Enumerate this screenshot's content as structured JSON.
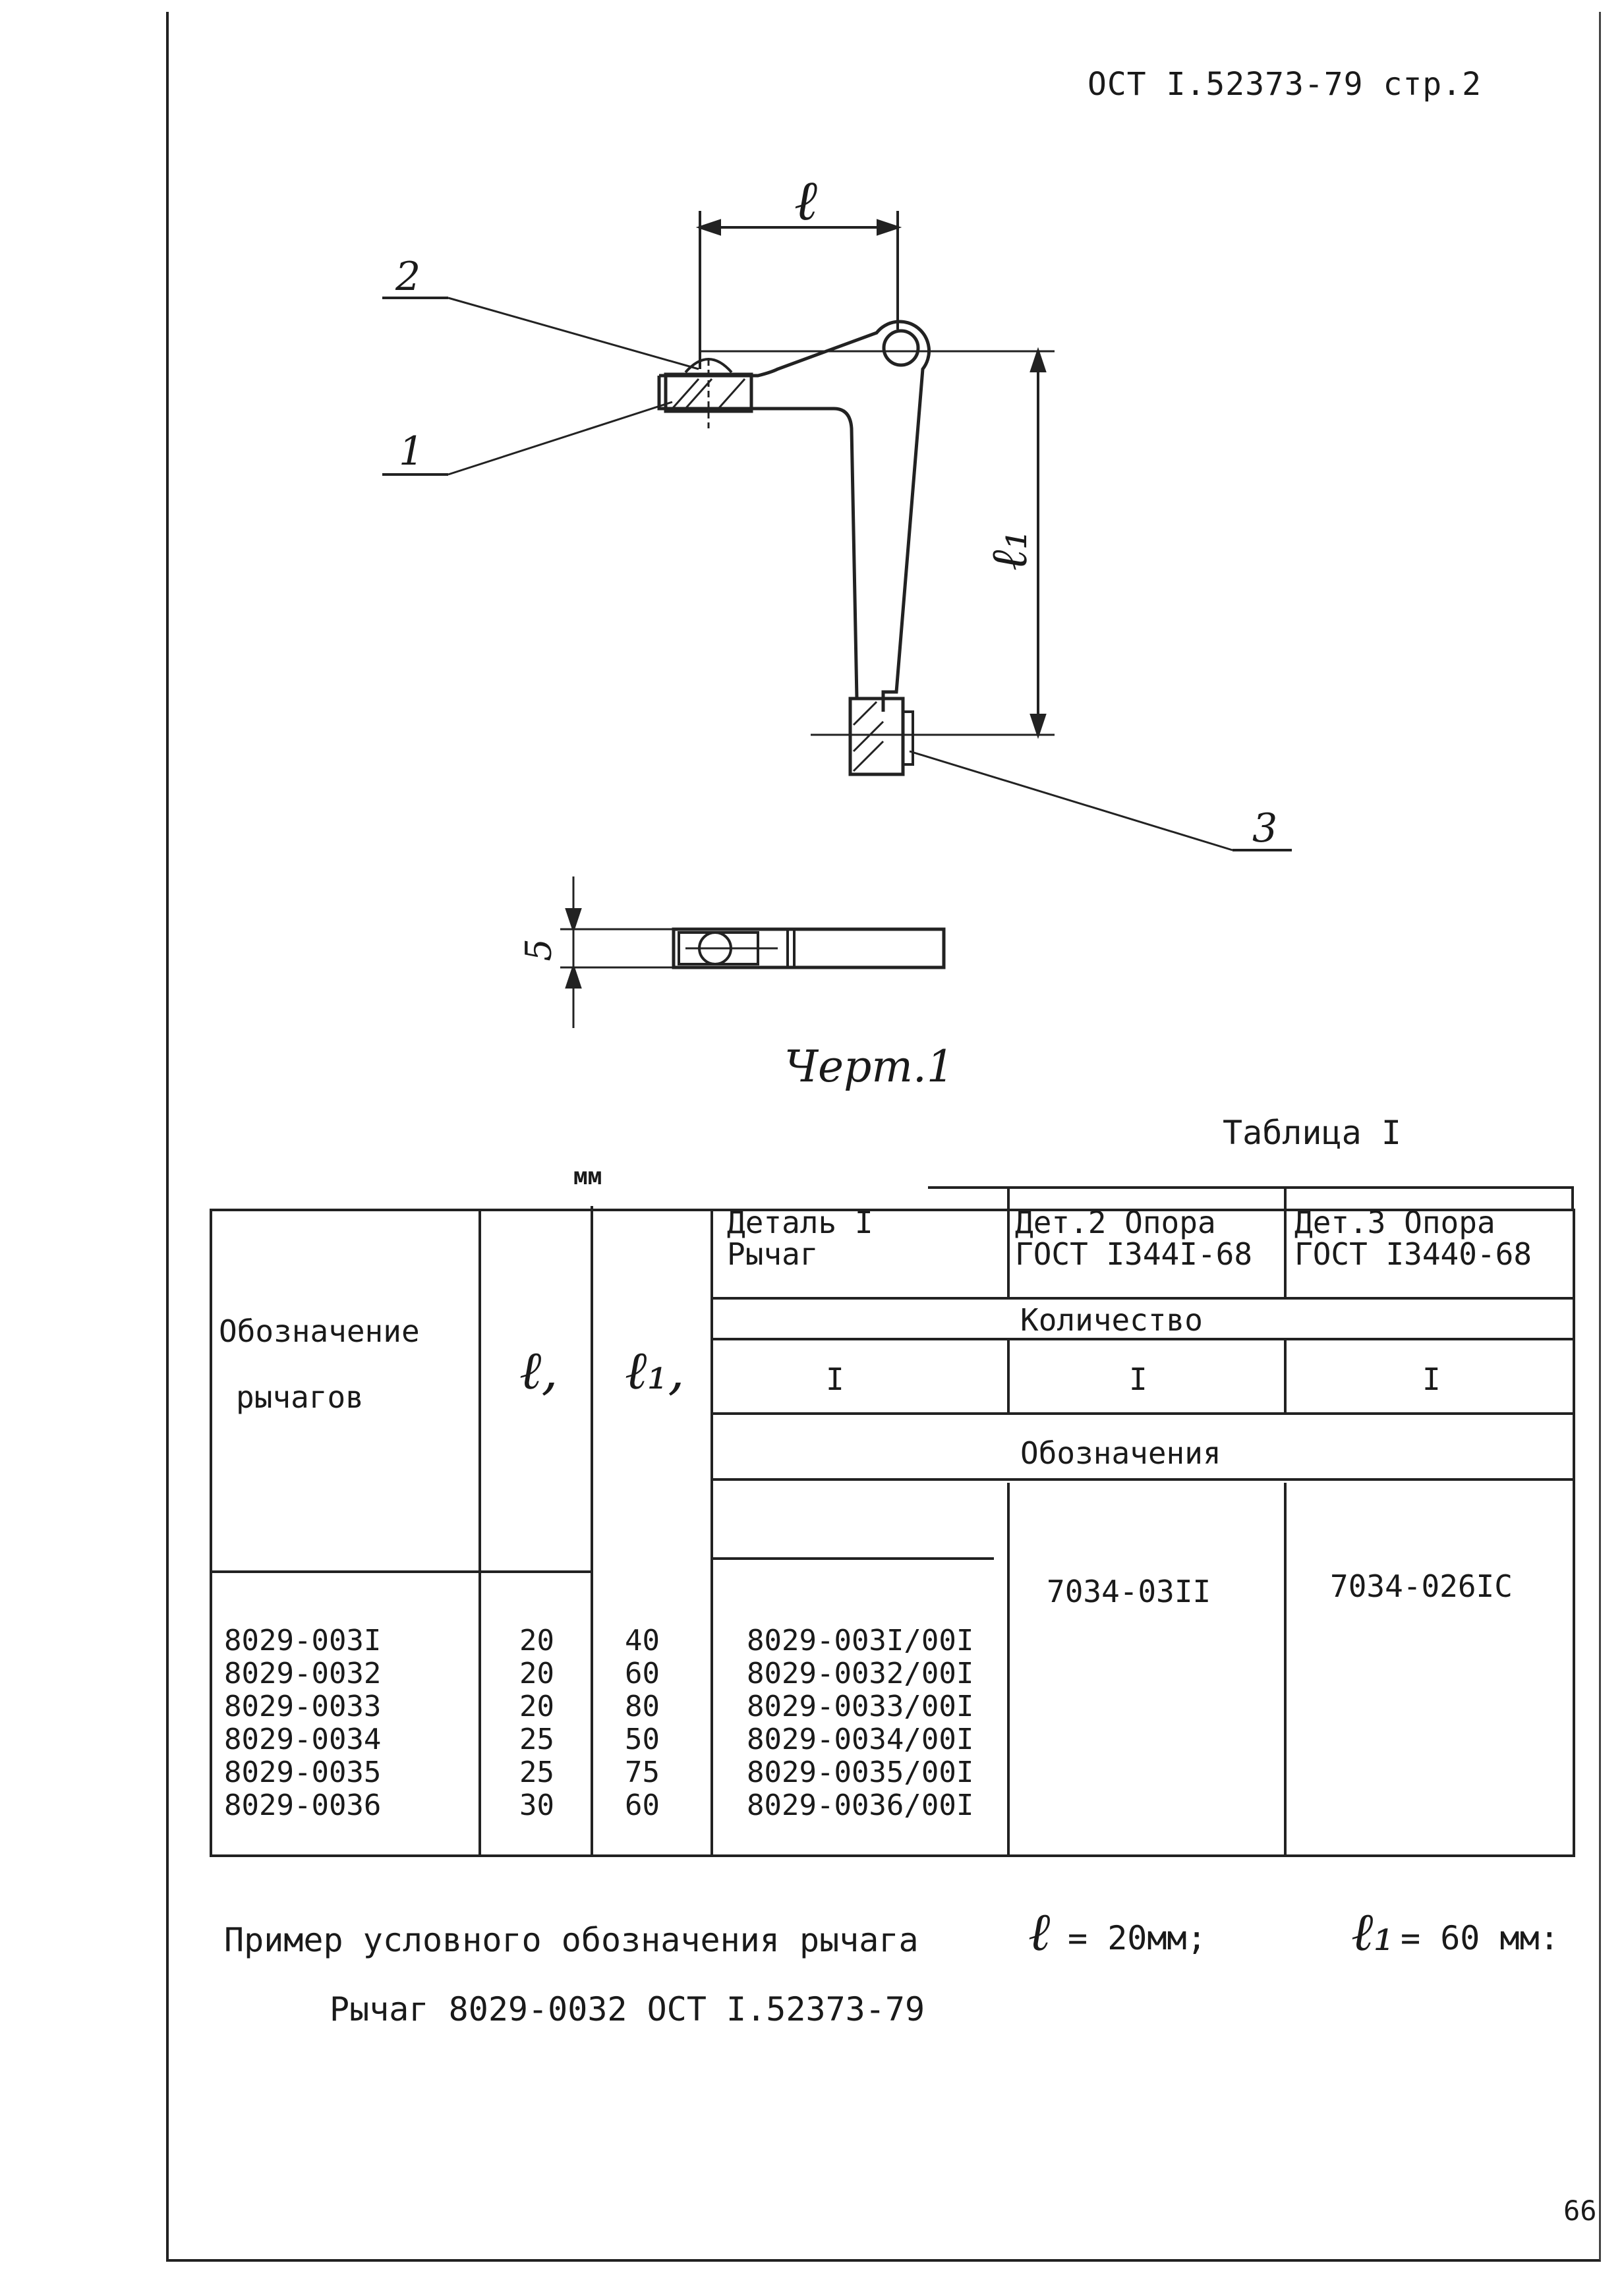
{
  "header": {
    "doc_ref": "ОСТ I.52373-79 стр.2"
  },
  "drawing": {
    "caption": "Черт.1",
    "dim_l": "ℓ",
    "dim_l1": "ℓ₁",
    "dim_thickness": "5",
    "callouts": [
      "2",
      "1",
      "3"
    ]
  },
  "table": {
    "title": "Таблица I",
    "units": "мм",
    "col_designation": [
      "Обозначение",
      "рычагов"
    ],
    "col_l": "ℓ,",
    "col_l1": "ℓ₁,",
    "part1": [
      "Деталь I",
      "Рычаг"
    ],
    "part2": [
      "Дет.2 Опора",
      "ГОСТ I344I-68"
    ],
    "part3": [
      "Дет.3 Опора",
      "ГОСТ I3440-68"
    ],
    "quantity_label": "Количество",
    "quantities": [
      "I",
      "I",
      "I"
    ],
    "designations_label": "Обозначения",
    "part2_designation": "7034-03II",
    "part3_designation": "7034-026IC",
    "rows": [
      {
        "designation": "8029-003I",
        "l": "20",
        "l1": "40",
        "part1": "8029-003I/00I"
      },
      {
        "designation": "8029-0032",
        "l": "20",
        "l1": "60",
        "part1": "8029-0032/00I"
      },
      {
        "designation": "8029-0033",
        "l": "20",
        "l1": "80",
        "part1": "8029-0033/00I"
      },
      {
        "designation": "8029-0034",
        "l": "25",
        "l1": "50",
        "part1": "8029-0034/00I"
      },
      {
        "designation": "8029-0035",
        "l": "25",
        "l1": "75",
        "part1": "8029-0035/00I"
      },
      {
        "designation": "8029-0036",
        "l": "30",
        "l1": "60",
        "part1": "8029-0036/00I"
      }
    ]
  },
  "example": {
    "title": "Пример условного обозначения рычага",
    "l_value": "= 20мм;",
    "l1_value": "= 60 мм:",
    "designation": "Рычаг 8029-0032 ОСТ I.52373-79"
  },
  "page_number": "66"
}
